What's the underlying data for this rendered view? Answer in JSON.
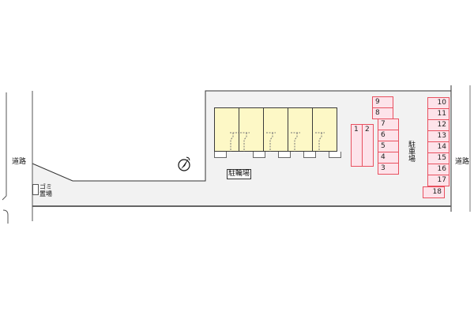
{
  "site": {
    "bike_parking_label": "駐輪場",
    "car_parking_label": "駐車場",
    "trash_label_line1": "ゴミ",
    "trash_label_line2": "置場",
    "road_left_label": "道路",
    "road_right_label": "道路",
    "north_icon": "compass-north-arrow-icon",
    "colors": {
      "site_fill": "#f2f2f2",
      "unit_fill": "#fdf8c6",
      "parking_fill": "#fde3ea",
      "parking_border": "#e8505f",
      "boundary": "#555555"
    }
  },
  "buildings": {
    "unit_count": 5
  },
  "parking": {
    "pair": [
      {
        "label": "1"
      },
      {
        "label": "2"
      }
    ],
    "column_mid": [
      {
        "label": "9"
      },
      {
        "label": "8"
      },
      {
        "label": "7"
      },
      {
        "label": "6"
      },
      {
        "label": "5"
      },
      {
        "label": "4"
      },
      {
        "label": "3"
      }
    ],
    "column_right": [
      {
        "label": "10"
      },
      {
        "label": "11"
      },
      {
        "label": "12"
      },
      {
        "label": "13"
      },
      {
        "label": "14"
      },
      {
        "label": "15"
      },
      {
        "label": "16"
      },
      {
        "label": "17"
      },
      {
        "label": "18"
      }
    ]
  }
}
